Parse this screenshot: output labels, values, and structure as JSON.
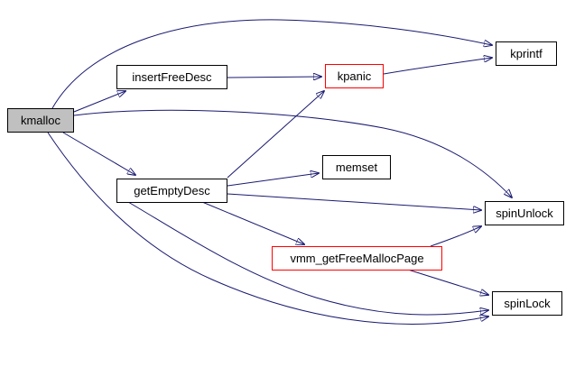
{
  "diagram": {
    "type": "call-graph",
    "focus_function": "kmalloc",
    "nodes": [
      {
        "id": "kmalloc",
        "label": "kmalloc",
        "style": "focus"
      },
      {
        "id": "insertFreeDesc",
        "label": "insertFreeDesc",
        "style": "normal"
      },
      {
        "id": "kpanic",
        "label": "kpanic",
        "style": "highlighted"
      },
      {
        "id": "kprintf",
        "label": "kprintf",
        "style": "normal"
      },
      {
        "id": "getEmptyDesc",
        "label": "getEmptyDesc",
        "style": "normal"
      },
      {
        "id": "memset",
        "label": "memset",
        "style": "normal"
      },
      {
        "id": "spinUnlock",
        "label": "spinUnlock",
        "style": "normal"
      },
      {
        "id": "vmm_getFreeMallocPage",
        "label": "vmm_getFreeMallocPage",
        "style": "highlighted"
      },
      {
        "id": "spinLock",
        "label": "spinLock",
        "style": "normal"
      }
    ],
    "edges": [
      {
        "from": "kmalloc",
        "to": "kprintf"
      },
      {
        "from": "kmalloc",
        "to": "insertFreeDesc"
      },
      {
        "from": "kmalloc",
        "to": "getEmptyDesc"
      },
      {
        "from": "kmalloc",
        "to": "spinUnlock"
      },
      {
        "from": "kmalloc",
        "to": "spinLock"
      },
      {
        "from": "insertFreeDesc",
        "to": "kpanic"
      },
      {
        "from": "kpanic",
        "to": "kprintf"
      },
      {
        "from": "getEmptyDesc",
        "to": "kpanic"
      },
      {
        "from": "getEmptyDesc",
        "to": "memset"
      },
      {
        "from": "getEmptyDesc",
        "to": "spinUnlock"
      },
      {
        "from": "getEmptyDesc",
        "to": "vmm_getFreeMallocPage"
      },
      {
        "from": "getEmptyDesc",
        "to": "spinLock"
      },
      {
        "from": "vmm_getFreeMallocPage",
        "to": "spinUnlock"
      },
      {
        "from": "vmm_getFreeMallocPage",
        "to": "spinLock"
      }
    ],
    "colors": {
      "edge": "#191970",
      "node_border": "#000000",
      "node_fill": "#ffffff",
      "focus_fill": "#c0c0c0",
      "highlight_border": "#ff0000",
      "text": "#000000",
      "background": "#ffffff"
    }
  }
}
